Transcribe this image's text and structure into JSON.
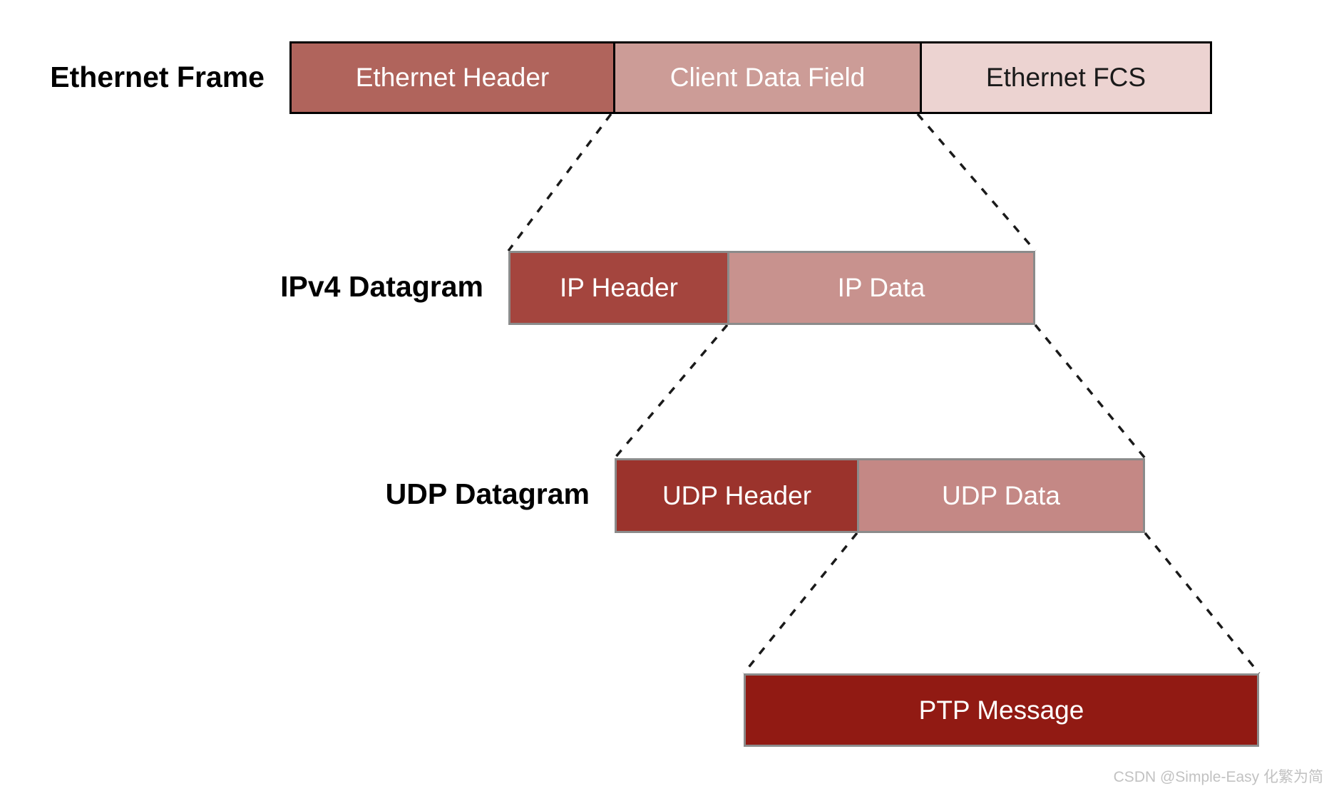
{
  "diagram": {
    "rows": [
      {
        "label": "Ethernet Frame",
        "segments": [
          {
            "name": "ethernet-header",
            "label": "Ethernet Header",
            "color": "#b0645c",
            "text_color": "#ffffff"
          },
          {
            "name": "client-data-field",
            "label": "Client Data Field",
            "color": "#cc9c97",
            "text_color": "#ffffff"
          },
          {
            "name": "ethernet-fcs",
            "label": "Ethernet FCS",
            "color": "#ecd3d1",
            "text_color": "#1a1a1a"
          }
        ]
      },
      {
        "label": "IPv4 Datagram",
        "segments": [
          {
            "name": "ip-header",
            "label": "IP Header",
            "color": "#a4453e",
            "text_color": "#ffffff"
          },
          {
            "name": "ip-data",
            "label": "IP Data",
            "color": "#c8928e",
            "text_color": "#ffffff"
          }
        ]
      },
      {
        "label": "UDP Datagram",
        "segments": [
          {
            "name": "udp-header",
            "label": "UDP Header",
            "color": "#9b332c",
            "text_color": "#ffffff"
          },
          {
            "name": "udp-data",
            "label": "UDP Data",
            "color": "#c48885",
            "text_color": "#ffffff"
          }
        ]
      },
      {
        "label": "",
        "segments": [
          {
            "name": "ptp-message",
            "label": "PTP Message",
            "color": "#911a13",
            "text_color": "#ffffff"
          }
        ]
      }
    ],
    "border_colors": {
      "ethernet_frame": "#000000",
      "nested_rows": "#8b8b8b"
    },
    "connector_color": "#1a1a1a"
  },
  "watermark": "CSDN @Simple-Easy 化繁为简"
}
